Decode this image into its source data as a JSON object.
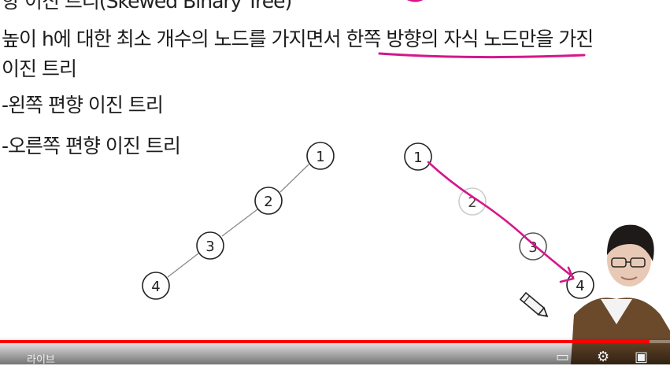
{
  "slide": {
    "title_partial": "향 이진 트리(Skewed Binary Tree)",
    "description_line1": "높이 h에 대한 최소 개수의 노드를 가지면서 한쪽 방향의 자식 노드만을 가진",
    "description_line2": "이진 트리",
    "bullets": [
      "-왼쪽 편향 이진 트리",
      "-오른쪽 편향 이진 트리"
    ]
  },
  "left_tree": {
    "nodes": [
      "1",
      "2",
      "3",
      "4"
    ]
  },
  "right_tree": {
    "nodes": [
      "1",
      "2",
      "3",
      "4"
    ]
  },
  "annotation_color": "#d6168a",
  "player": {
    "live_label": "라이브",
    "progress_fraction": 0.97
  },
  "icons": [
    "subtitles-icon",
    "settings-icon",
    "miniplayer-icon",
    "pencil-cursor-icon"
  ]
}
